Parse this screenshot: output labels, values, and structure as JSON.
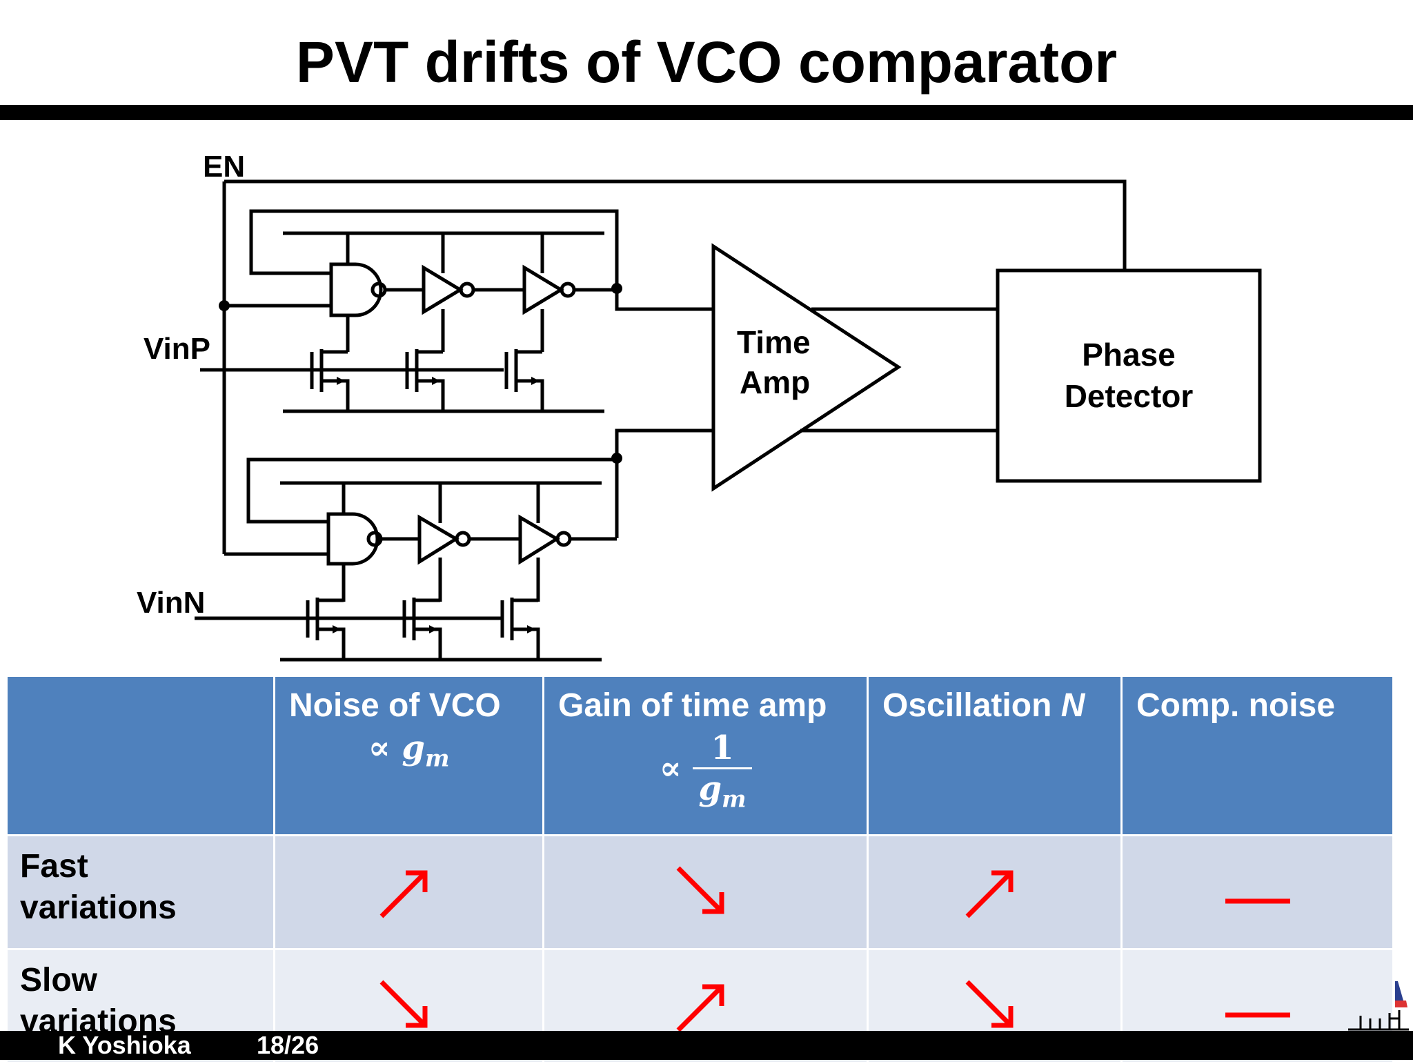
{
  "slide": {
    "title": "PVT drifts of VCO comparator"
  },
  "circuit": {
    "labels": {
      "en": "EN",
      "vinp": "VinP",
      "vinn": "VinN"
    },
    "time_amp": [
      "Time",
      "Amp"
    ],
    "phase_detector": [
      "Phase",
      "Detector"
    ]
  },
  "table": {
    "headers": [
      {
        "text": "Noise of VCO",
        "formula": "∝ g",
        "sub": "m"
      },
      {
        "text": "Gain of time amp",
        "prop": "∝",
        "numerator": "1",
        "den": "g",
        "den_sub": "m"
      },
      {
        "text": "Oscillation ",
        "italic": "N"
      },
      {
        "text": "Comp. noise"
      }
    ],
    "rows": [
      {
        "label": [
          "Fast",
          "variations"
        ],
        "trends": [
          "up",
          "down",
          "up",
          "flat"
        ]
      },
      {
        "label": [
          "Slow",
          "variations"
        ],
        "trends": [
          "down",
          "up",
          "down",
          "flat"
        ]
      }
    ],
    "arrow_color": "#ff0000",
    "header_bg": "#4f81bd"
  },
  "footer": {
    "author": "K Yoshioka",
    "page": "18/26"
  }
}
